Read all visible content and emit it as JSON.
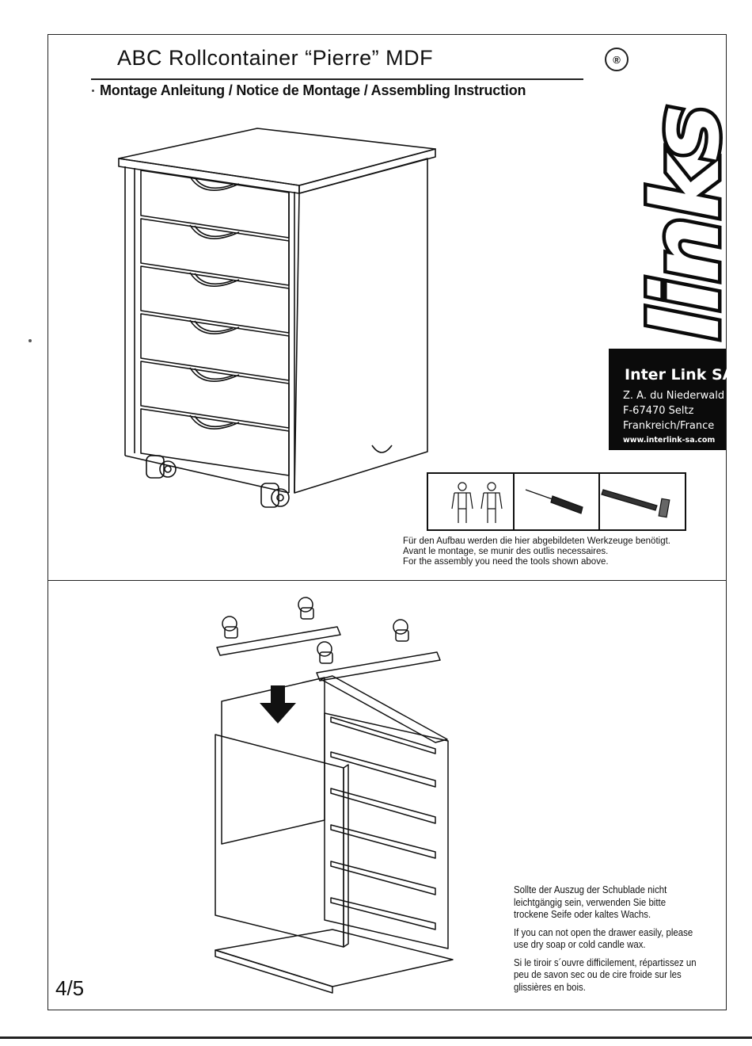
{
  "document": {
    "title": "ABC Rollcontainer “Pierre” MDF",
    "subtitle": "Montage Anleitung / Notice de Montage / Assembling Instruction",
    "registered_mark": "®",
    "page_number": "4/5"
  },
  "brand": {
    "logo_text": "links",
    "company": "Inter Link SA",
    "address_line1": "Z. A. du Niederwald",
    "address_line2": "F-67470 Seltz",
    "address_line3": "Frankreich/France",
    "website": "www.interlink-sa.com"
  },
  "tools": {
    "icons": [
      "two-persons-icon",
      "screwdriver-icon",
      "hammer-icon"
    ],
    "note_de": "Für den Aufbau werden die hier abgebildeten Werkzeuge benötigt.",
    "note_fr": "Avant le montage, se munir des outlis necessaires.",
    "note_en": "For the assembly you need the tools shown above."
  },
  "instructions": {
    "de": "Sollte der Auszug der Schublade nicht leichtgängig sein, verwenden Sie bitte trockene Seife oder kaltes Wachs.",
    "en": "If you can not open the drawer easily, please use dry soap or cold candle wax.",
    "fr": "Si le tiroir s´ouvre difficilement, répartissez un peu de savon sec ou de cire froide sur les glissières en bois."
  }
}
